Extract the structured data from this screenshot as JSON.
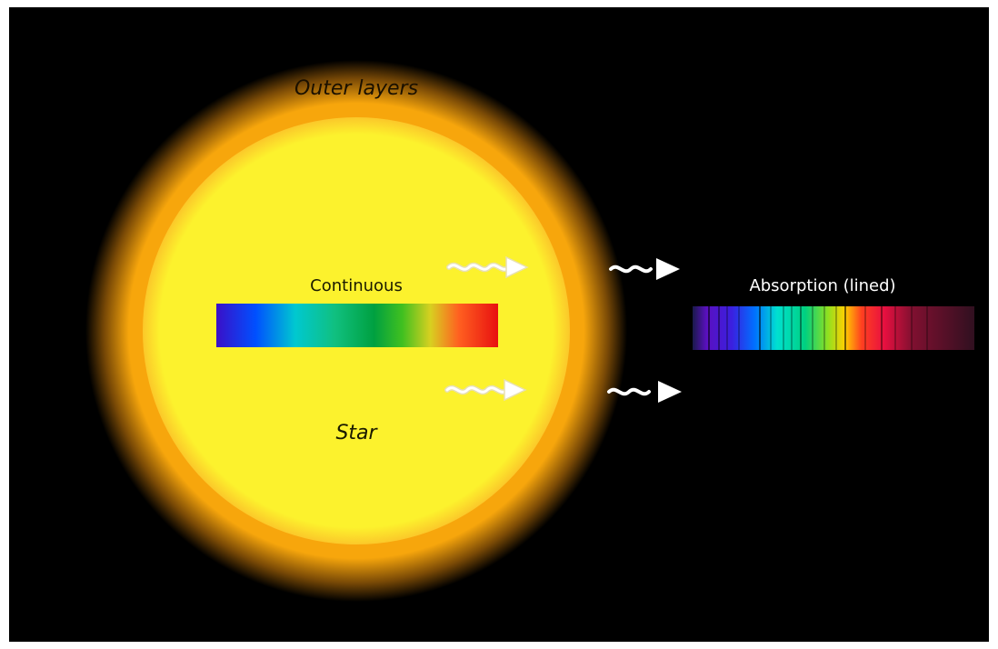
{
  "diagram": {
    "labels": {
      "outer_layers": "Outer layers",
      "star": "Star",
      "continuous": "Continuous",
      "absorption": "Absorption (lined)"
    },
    "colors": {
      "background": "#000000",
      "star_core": "#fcf22d",
      "outer_layers": "#f7a60c",
      "arrows_inside": "#ffffff",
      "arrows_outside": "#ffffff"
    },
    "continuous_spectrum": {
      "colors": [
        "#3a10c8",
        "#0050ff",
        "#00c8d0",
        "#10c080",
        "#00a040",
        "#40c020",
        "#d8d020",
        "#ff6020",
        "#e81010"
      ]
    },
    "absorption_spectrum": {
      "colors": [
        "#1a1a4a",
        "#5a10c0",
        "#3a20e0",
        "#0070ff",
        "#00e0d0",
        "#00d080",
        "#90e020",
        "#ffd000",
        "#ff4020",
        "#e81040",
        "#801030",
        "#301020"
      ]
    }
  }
}
